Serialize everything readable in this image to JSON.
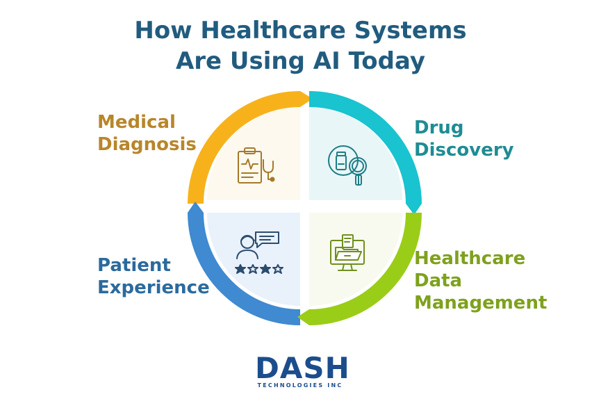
{
  "title": {
    "line1": "How Healthcare Systems",
    "line2": "Are Using AI Today"
  },
  "quadrants": [
    {
      "id": "medical",
      "lines": [
        "Medical",
        "Diagnosis"
      ],
      "color": "#f7b21b",
      "fill": "#fdf9ee",
      "icon": "medical-clipboard-stethoscope-icon"
    },
    {
      "id": "drug",
      "lines": [
        "Drug",
        "Discovery"
      ],
      "color": "#19c3cf",
      "fill": "#e8f6f7",
      "icon": "vial-magnifier-icon"
    },
    {
      "id": "patient",
      "lines": [
        "Patient",
        "Experience"
      ],
      "color": "#3f8ad0",
      "fill": "#e9f1fa",
      "icon": "patient-review-stars-icon"
    },
    {
      "id": "data",
      "lines": [
        "Healthcare",
        "Data",
        "Management"
      ],
      "color": "#9acd18",
      "fill": "#f8faf0",
      "icon": "monitor-folder-icon"
    }
  ],
  "logo": {
    "word": "DASH",
    "sub": "TECHNOLOGIES INC",
    "color": "#1b4d8c"
  }
}
